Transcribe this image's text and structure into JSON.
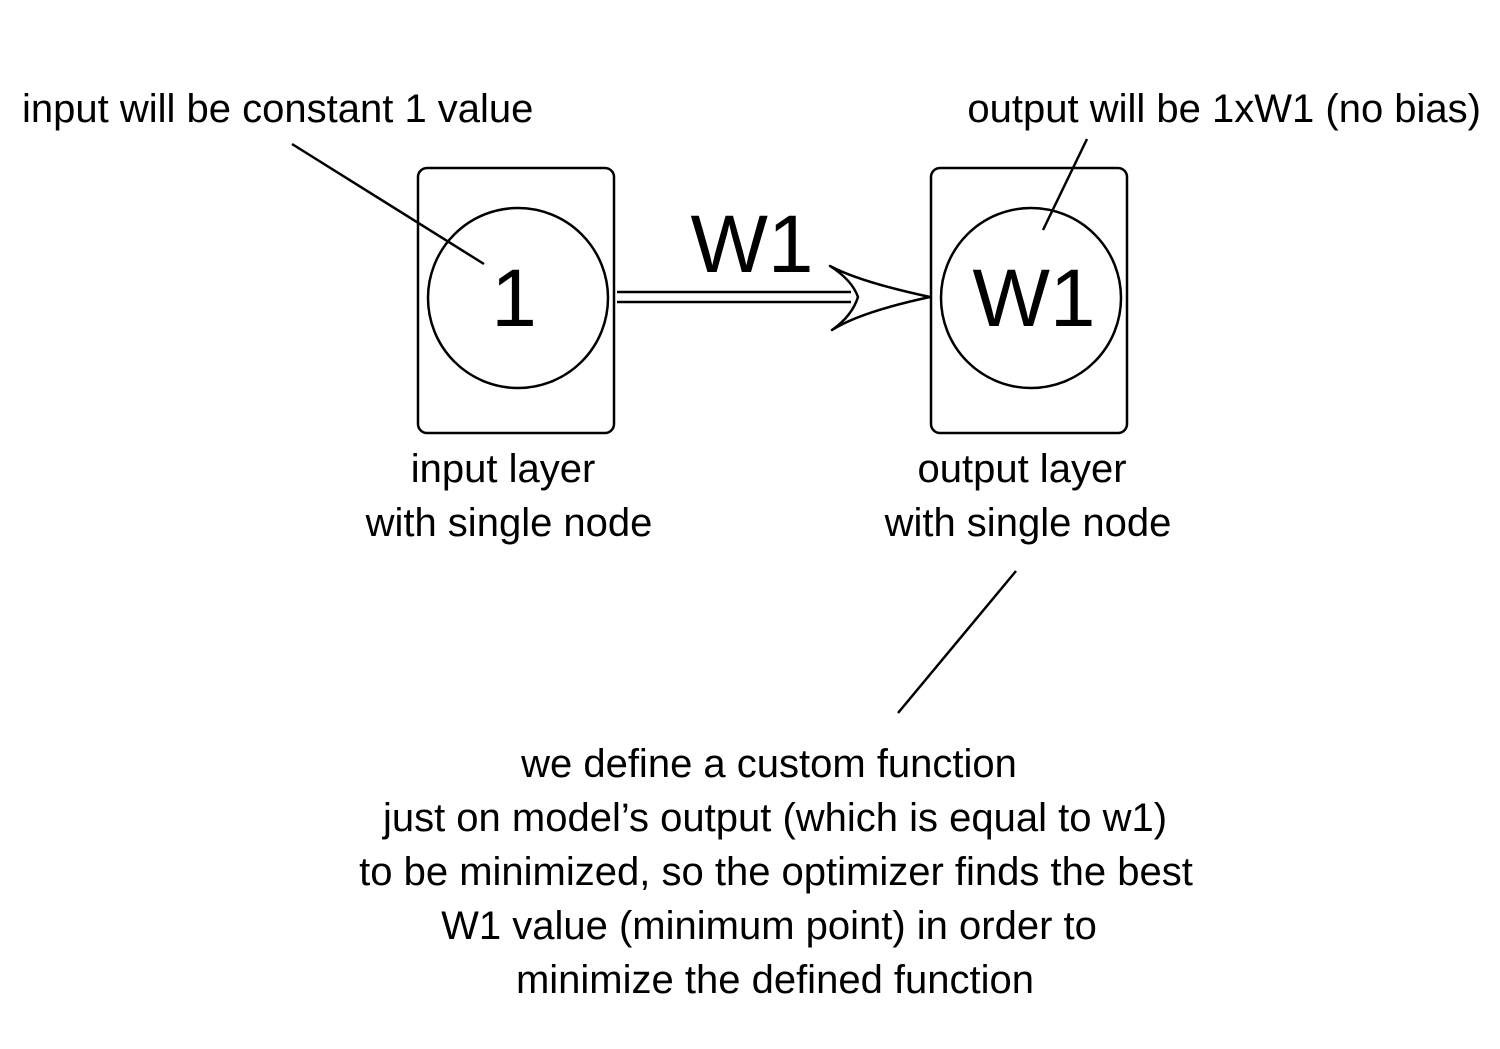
{
  "annotations": {
    "input_note": "input will be constant 1 value",
    "output_note": "output will be 1xW1 (no bias)"
  },
  "input_layer": {
    "node_value": "1",
    "label_lines": [
      "input layer",
      "with single node"
    ]
  },
  "connection": {
    "weight_label": "W1"
  },
  "output_layer": {
    "node_value": "W1",
    "label_lines": [
      "output layer",
      "with single node"
    ]
  },
  "description": {
    "lines": [
      "we define a custom function",
      "just on model’s output (which is equal to w1)",
      "to be minimized, so the optimizer finds the best",
      "W1 value (minimum point) in order to",
      "minimize the defined function"
    ]
  }
}
